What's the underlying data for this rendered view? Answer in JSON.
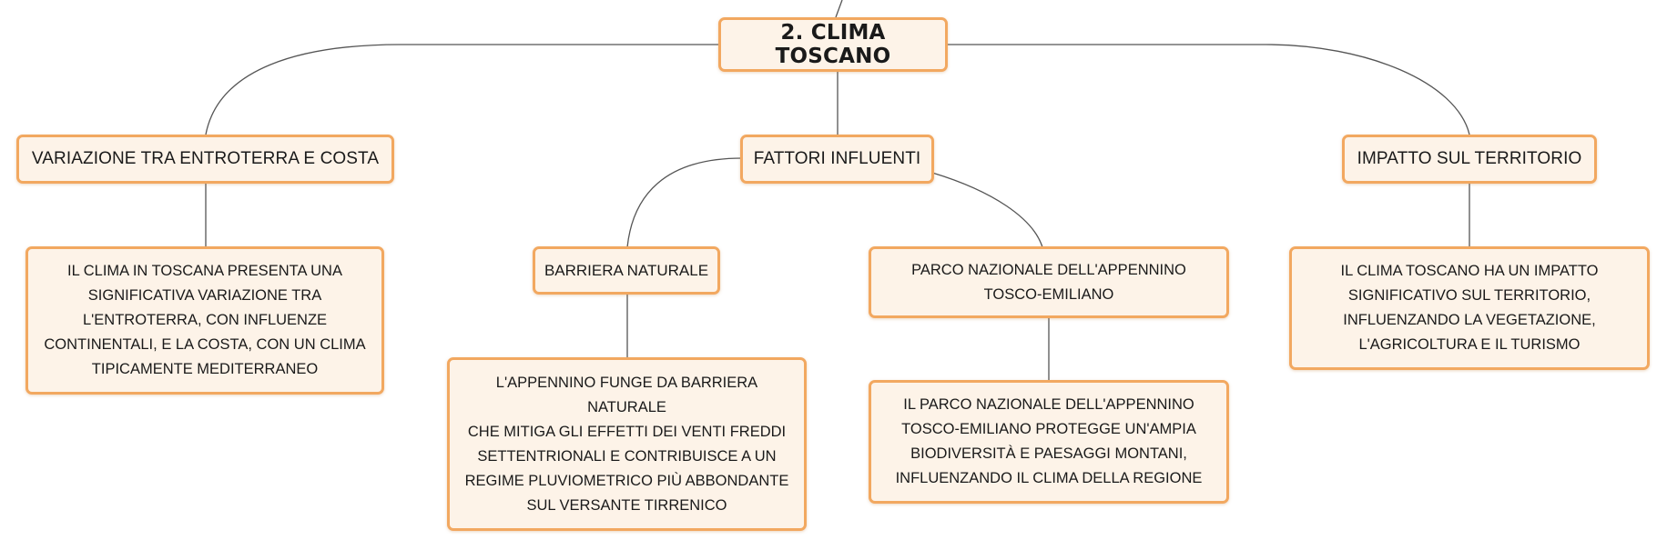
{
  "root": {
    "label": "2. CLIMA TOSCANO"
  },
  "branches": {
    "variazione": {
      "label": "VARIAZIONE TRA ENTROTERRA E COSTA",
      "note": "IL CLIMA IN TOSCANA PRESENTA UNA\nSIGNIFICATIVA VARIAZIONE TRA\nL'ENTROTERRA, CON INFLUENZE\nCONTINENTALI, E LA COSTA, CON UN CLIMA\nTIPICAMENTE MEDITERRANEO"
    },
    "fattori": {
      "label": "FATTORI INFLUENTI",
      "barriera": {
        "label": "BARRIERA NATURALE",
        "note": "L'APPENNINO FUNGE DA BARRIERA NATURALE\nCHE MITIGA GLI EFFETTI DEI VENTI FREDDI\nSETTENTRIONALI E CONTRIBUISCE A UN\nREGIME PLUVIOMETRICO PIÙ ABBONDANTE\nSUL VERSANTE TIRRENICO"
      },
      "parco": {
        "label": "PARCO NAZIONALE DELL'APPENNINO\nTOSCO-EMILIANO",
        "note": "IL PARCO NAZIONALE DELL'APPENNINO\nTOSCO-EMILIANO PROTEGGE UN'AMPIA\nBIODIVERSITÀ E PAESAGGI MONTANI,\nINFLUENZANDO IL CLIMA DELLA REGIONE"
      }
    },
    "impatto": {
      "label": "IMPATTO SUL TERRITORIO",
      "note": "IL CLIMA TOSCANO HA UN IMPATTO\nSIGNIFICATIVO SUL TERRITORIO,\nINFLUENZANDO LA VEGETAZIONE,\nL'AGRICOLTURA E IL TURISMO"
    }
  },
  "colors": {
    "node_fill": "#fdf3e8",
    "node_border": "#f2a860",
    "connector": "#555555",
    "text": "#1a1a1a"
  }
}
